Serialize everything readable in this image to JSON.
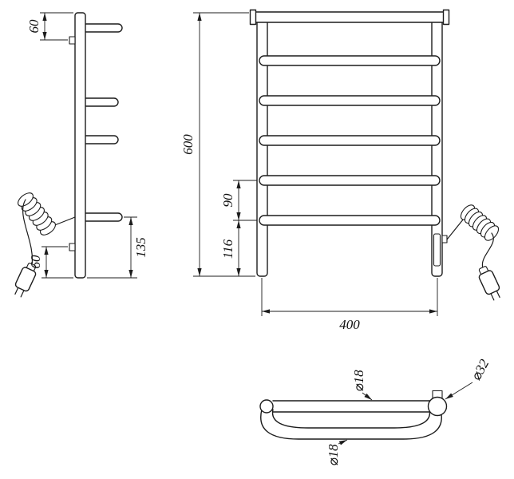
{
  "meta": {
    "title": "Heated towel rail technical drawing",
    "background_color": "#ffffff",
    "line_color": "#1c1c1c"
  },
  "side_view": {
    "dim_top_offset": "60",
    "dim_lower_span": "135",
    "dim_bottom_offset": "60"
  },
  "front_view": {
    "dim_height": "600",
    "dim_rung_spacing": "90",
    "dim_bottom_spacing": "116",
    "dim_width": "400"
  },
  "top_view": {
    "dim_top_tube": "⌀18",
    "dim_bracket": "⌀32",
    "dim_bottom_tube": "⌀18"
  }
}
